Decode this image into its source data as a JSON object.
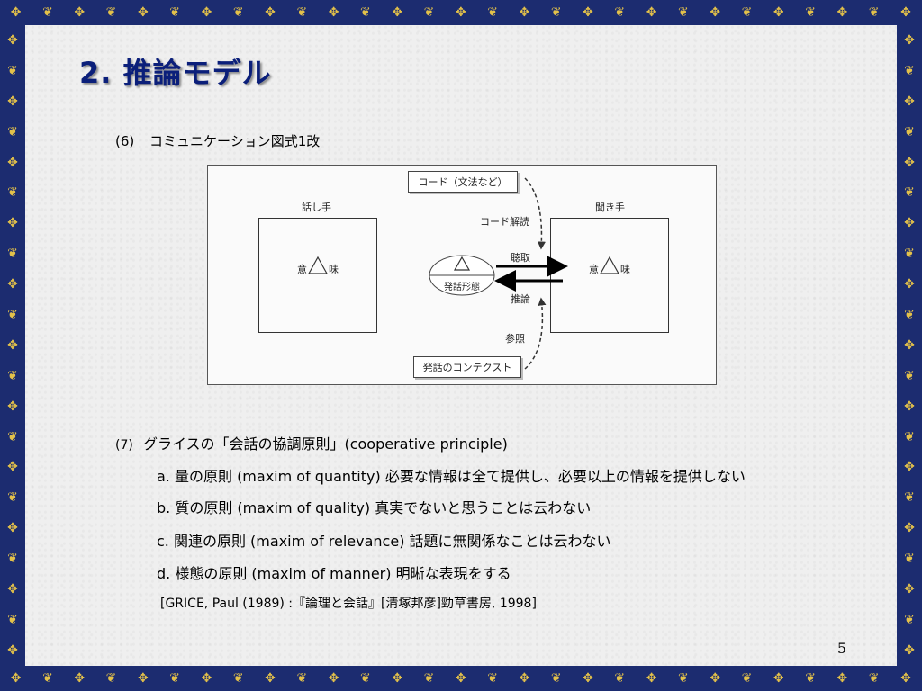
{
  "title": "2. 推論モデル",
  "item6": {
    "label": "(6)",
    "text": "コミュニケーション図式1改"
  },
  "diagram": {
    "speaker": "話し手",
    "hearer": "聞き手",
    "meaning_left": "意",
    "meaning_right": "味",
    "code_box": "コード（文法など）",
    "decode_label": "コード解読",
    "listen_label": "聴取",
    "infer_label": "推論",
    "refer_label": "参照",
    "utterance_label": "発話形態",
    "context_box": "発話のコンテクスト"
  },
  "item7": {
    "label": "(7)",
    "heading": "グライスの「会話の協調原則」(cooperative principle)",
    "maxims": [
      "a. 量の原則 (maxim of quantity) 必要な情報は全て提供し、必要以上の情報を提供しない",
      "b. 質の原則 (maxim of quality) 真実でないと思うことは云わない",
      "c. 関連の原則 (maxim of relevance) 話題に無関係なことは云わない",
      "d. 様態の原則 (maxim of manner) 明晰な表現をする"
    ],
    "reference": "[GRICE, Paul (1989) :『論理と会話』[清塚邦彦]勁草書房, 1998]"
  },
  "page_number": "5",
  "colors": {
    "frame": "#1c2c70",
    "ornament": "#e3c14a",
    "title": "#0b1f7a",
    "background": "#efefef"
  }
}
